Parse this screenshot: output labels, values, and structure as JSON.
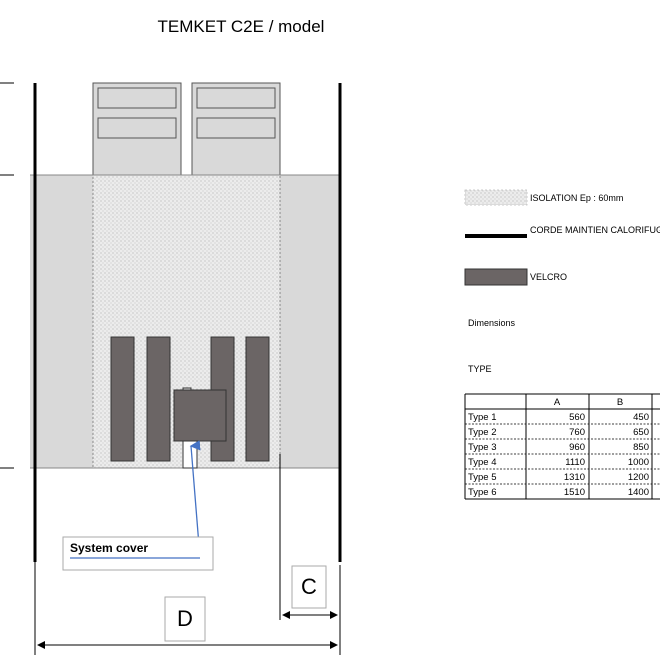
{
  "title": "TEMKET C2E / model",
  "legend": [
    {
      "key": "isolation",
      "label": "ISOLATION Ep : 60mm"
    },
    {
      "key": "corde",
      "label": "CORDE MAINTIEN CALORIFUGE"
    },
    {
      "key": "velcro",
      "label": "VELCRO"
    }
  ],
  "dimensions_label": "Dimensions",
  "type_label": "TYPE",
  "table": {
    "headers": [
      "",
      "A",
      "B"
    ],
    "rows": [
      [
        "Type 1",
        "560",
        "450"
      ],
      [
        "Type 2",
        "760",
        "650"
      ],
      [
        "Type 3",
        "960",
        "850"
      ],
      [
        "Type 4",
        "1110",
        "1000"
      ],
      [
        "Type 5",
        "1310",
        "1200"
      ],
      [
        "Type 6",
        "1510",
        "1400"
      ]
    ]
  },
  "system_cover_label": "System cover",
  "dimension_letters": {
    "c": "C",
    "d": "D"
  },
  "colors": {
    "insulation_bg": "#e8e8e8",
    "side_panel": "#d9d9d9",
    "velcro": "#6b6565",
    "callout_arrow": "#4472c4"
  }
}
